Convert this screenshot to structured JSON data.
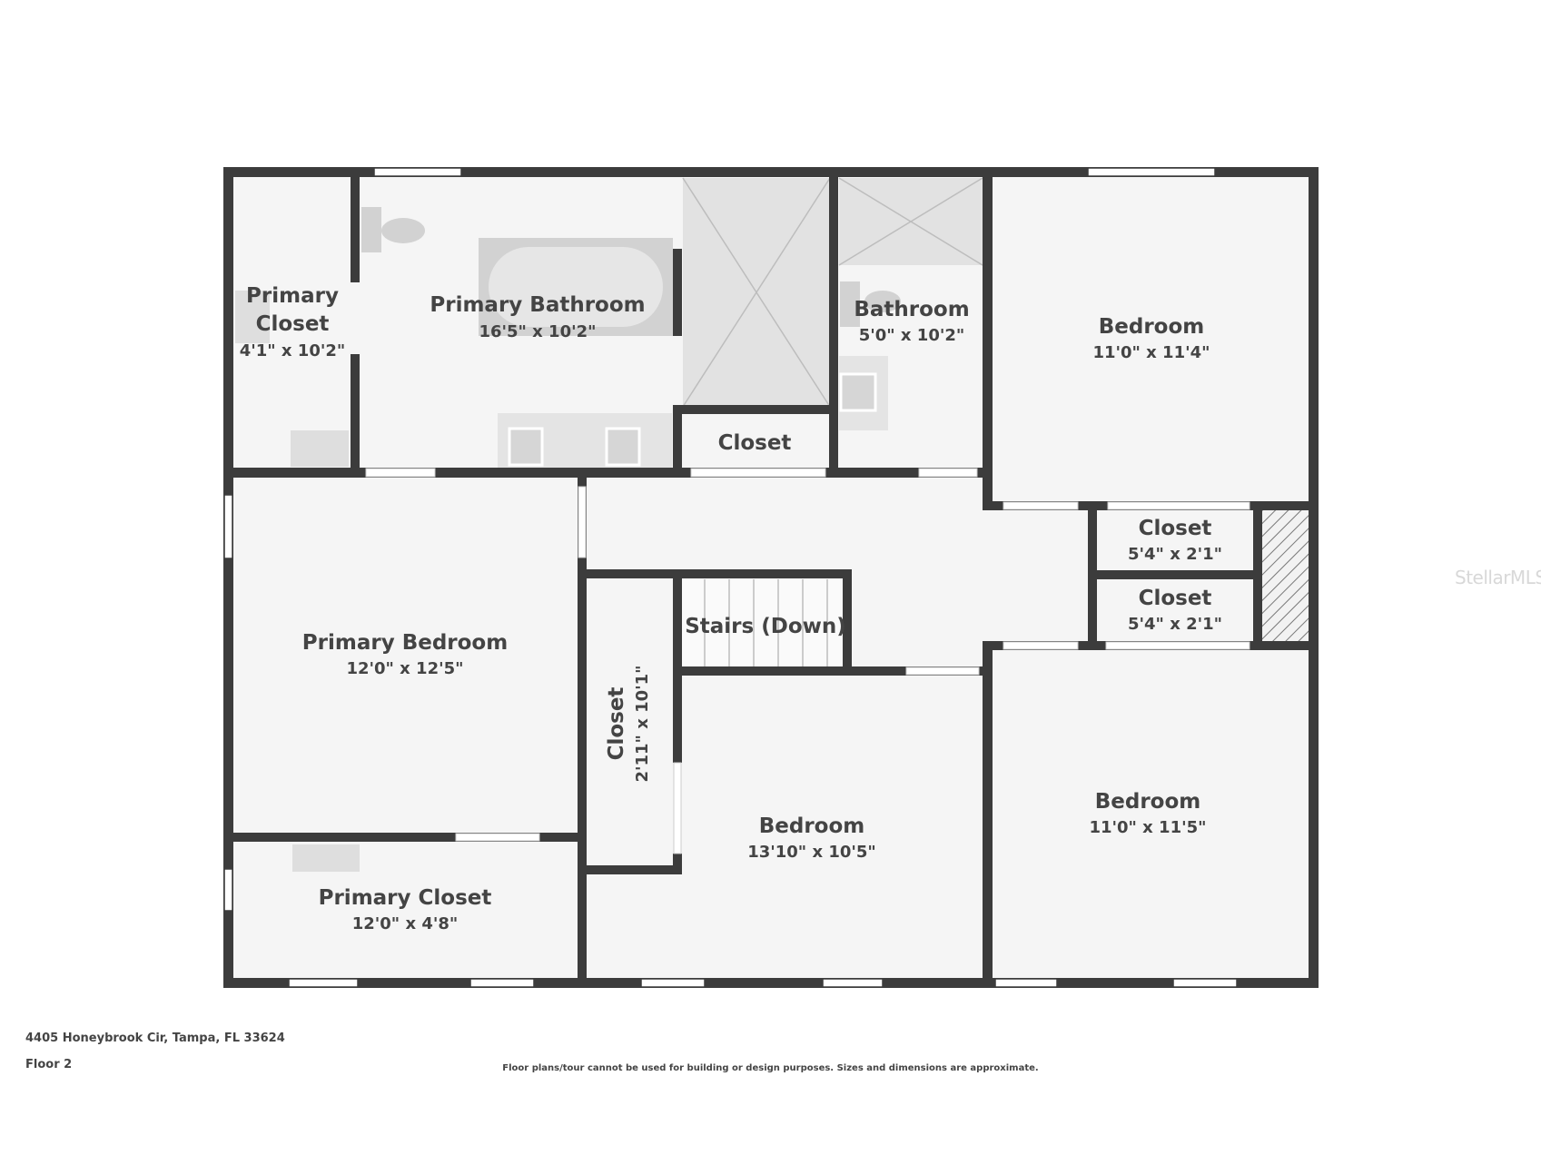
{
  "rooms": {
    "primary_closet_top": {
      "name_line1": "Primary",
      "name_line2": "Closet",
      "dims": "4'1\" x 10'2\""
    },
    "primary_bathroom": {
      "name": "Primary Bathroom",
      "dims": "16'5\" x 10'2\""
    },
    "closet_hall": {
      "name": "Closet"
    },
    "bathroom": {
      "name": "Bathroom",
      "dims": "5'0\" x 10'2\""
    },
    "bedroom_ne": {
      "name": "Bedroom",
      "dims": "11'0\" x 11'4\""
    },
    "closet_small_1": {
      "name": "Closet",
      "dims": "5'4\" x 2'1\""
    },
    "closet_small_2": {
      "name": "Closet",
      "dims": "5'4\" x 2'1\""
    },
    "primary_bedroom": {
      "name": "Primary Bedroom",
      "dims": "12'0\" x 12'5\""
    },
    "stairs": {
      "name": "Stairs (Down)"
    },
    "closet_vertical": {
      "name": "Closet",
      "dims": "2'11\" x 10'1\""
    },
    "bedroom_center": {
      "name": "Bedroom",
      "dims": "13'10\" x 10'5\""
    },
    "bedroom_se": {
      "name": "Bedroom",
      "dims": "11'0\" x 11'5\""
    },
    "primary_closet_bottom": {
      "name": "Primary Closet",
      "dims": "12'0\" x 4'8\""
    }
  },
  "footer": {
    "address": "4405 Honeybrook Cir, Tampa, FL 33624",
    "floor": "Floor 2",
    "disclaimer": "Floor plans/tour cannot be used for building or design purposes. Sizes and dimensions are approximate."
  },
  "watermark": "StellarMLS",
  "colors": {
    "wall": "#3c3c3c",
    "floor": "#f5f5f5",
    "text": "#444444",
    "fixture": "#d2d2d2"
  }
}
